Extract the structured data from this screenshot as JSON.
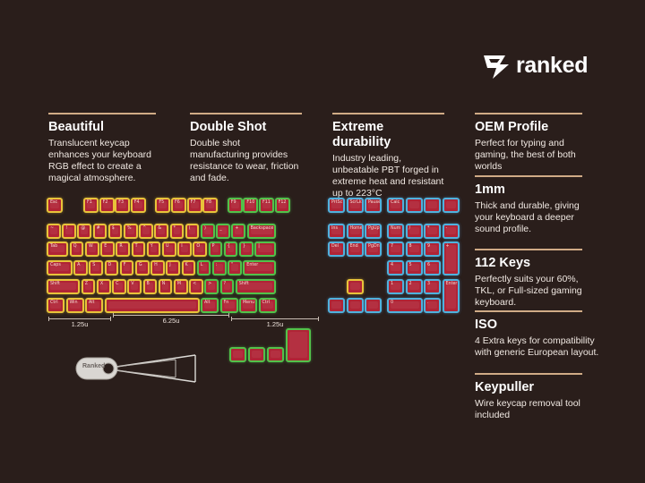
{
  "brand": {
    "name": "ranked"
  },
  "features": [
    {
      "id": "beautiful",
      "title": "Beautiful",
      "text": "Translucent keycap enhances your keyboard RGB effect to create a magical atmosphere."
    },
    {
      "id": "double-shot",
      "title": "Double Shot",
      "text": "Double shot manufacturing provides resistance to wear, friction and fade."
    },
    {
      "id": "extreme-durability",
      "title": "Extreme durability",
      "text": "Industry leading, unbeatable PBT forged in extreme heat and resistant up to 223°C"
    },
    {
      "id": "oem-profile",
      "title": "OEM Profile",
      "text": "Perfect for typing and gaming, the best of both worlds"
    },
    {
      "id": "1mm",
      "title": "1mm",
      "text": "Thick and durable, giving your keyboard a deeper sound profile."
    },
    {
      "id": "112-keys",
      "title": "112 Keys",
      "text": "Perfectly suits your 60%, TKL, or Full-sized gaming keyboard."
    },
    {
      "id": "iso",
      "title": "ISO",
      "text": "4 Extra keys for compatibility with generic European layout."
    },
    {
      "id": "keypuller",
      "title": "Keypuller",
      "text": "Wire keycap removal tool included"
    }
  ],
  "dimensions": {
    "left_mod": "1.25u",
    "space": "6.25u",
    "right_mod": "1.25u"
  },
  "puller_label": "Ranked",
  "keys": {
    "fn": [
      "Esc",
      "F1",
      "F2",
      "F3",
      "F4",
      "F5",
      "F6",
      "F7",
      "F8",
      "F9",
      "F10",
      "F11",
      "F12"
    ],
    "nav_top": [
      "PrtSc",
      "ScrLk",
      "Pause"
    ],
    "extra_top": [
      "Calc",
      "",
      "",
      ""
    ],
    "num_row": [
      "~",
      "!",
      "@",
      "#",
      "$",
      "%",
      "^",
      "&",
      "*",
      "(",
      ")",
      "_",
      "+",
      "Backspace"
    ],
    "q_row": [
      "Tab",
      "Q",
      "W",
      "E",
      "R",
      "T",
      "Y",
      "U",
      "I",
      "O",
      "P",
      "{",
      "}",
      "|"
    ],
    "a_row": [
      "Caps",
      "A",
      "S",
      "D",
      "F",
      "G",
      "H",
      "J",
      "K",
      "L",
      ":",
      "\"",
      "Enter"
    ],
    "z_row": [
      "Shift",
      "Z",
      "X",
      "C",
      "V",
      "B",
      "N",
      "M",
      "<",
      ">",
      "?",
      "Shift"
    ],
    "bottom_row": [
      "Ctrl",
      "Win",
      "Alt",
      "",
      "Alt",
      "Fn",
      "Menu",
      "Ctrl"
    ],
    "nav_mid": [
      "Ins",
      "Home",
      "PgUp",
      "Del",
      "End",
      "PgDn"
    ],
    "numpad": [
      "Num",
      "/",
      "*",
      "-",
      "7",
      "8",
      "9",
      "+",
      "4",
      "5",
      "6",
      "1",
      "2",
      "3",
      "Enter",
      "0",
      "."
    ],
    "iso": [
      "",
      "",
      "",
      "",
      ""
    ]
  },
  "colors": {
    "background": "#2a1e1b",
    "keycap": "#b02436",
    "yellow_glow": "#e8c33a",
    "green_glow": "#52c24a",
    "blue_glow": "#4fb2de",
    "rule": "#d0ab86"
  }
}
